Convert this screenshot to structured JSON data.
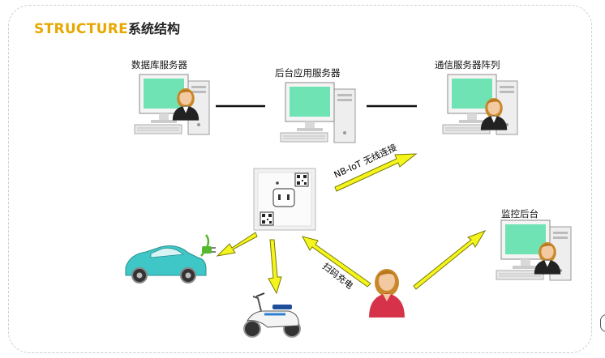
{
  "title": {
    "english": "STRUCTURE",
    "chinese": "系统结构"
  },
  "nodes": {
    "db_server": "数据库服务器",
    "app_server": "后台应用服务器",
    "comm_array": "通信服务器阵列",
    "monitor": "监控后台"
  },
  "arrows": {
    "nbiot": "NB-IoT 无线连接",
    "scan": "扫码充电"
  },
  "colors": {
    "title_accent": "#e6a800",
    "arrow_fill": "#f5f51e",
    "arrow_stroke": "#7a7a00",
    "screen": "#6fe3b4",
    "car_body": "#3fc6c6",
    "plug": "#55b82e"
  }
}
